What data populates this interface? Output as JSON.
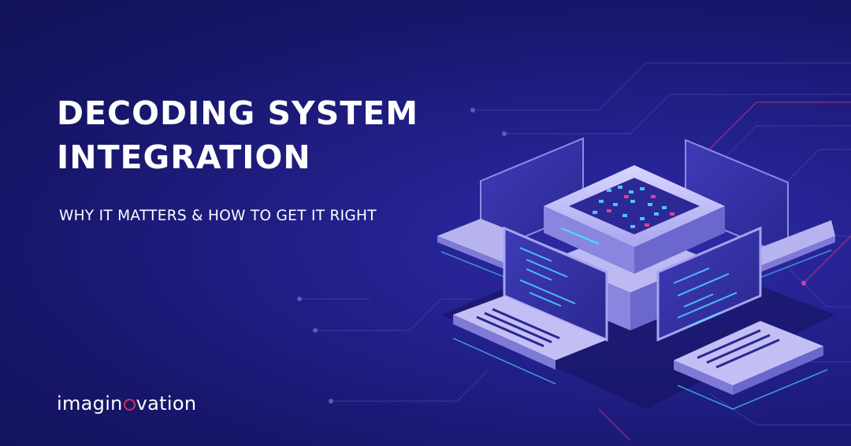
{
  "hero": {
    "title_line1": "DECODING SYSTEM",
    "title_line2": "INTEGRATION",
    "subtitle": "WHY IT MATTERS & HOW TO GET IT RIGHT"
  },
  "brand": {
    "name_part1": "imagin",
    "name_part2": "vation"
  },
  "colors": {
    "background": "#1b1a72",
    "accent_red": "#d42d4f",
    "accent_cyan": "#4fd6ff",
    "device_light": "#b7b3ef"
  }
}
